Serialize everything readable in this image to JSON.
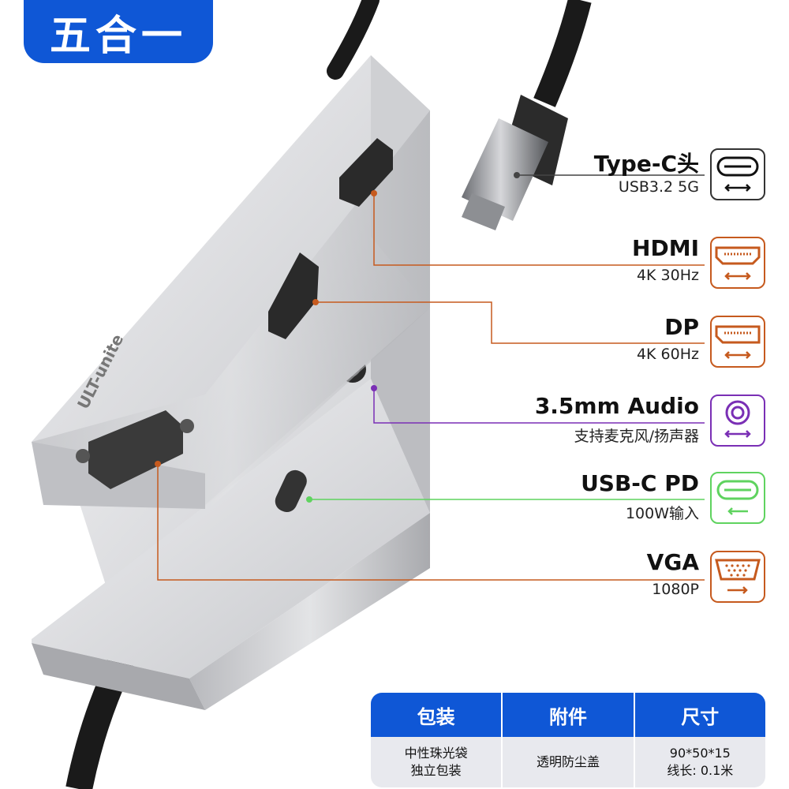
{
  "badge": "五合一",
  "brand": "ULT-unite",
  "features": [
    {
      "title": "Type-C头",
      "subtitle": "USB3.2 5G",
      "color": "#333333",
      "icon": "usb-c-connector-icon",
      "arrow": "both"
    },
    {
      "title": "HDMI",
      "subtitle": "4K 30Hz",
      "color": "#c65a1e",
      "icon": "hdmi-port-icon",
      "arrow": "both"
    },
    {
      "title": "DP",
      "subtitle": "4K 60Hz",
      "color": "#c65a1e",
      "icon": "displayport-icon",
      "arrow": "both"
    },
    {
      "title": "3.5mm Audio",
      "subtitle": "支持麦克风/扬声器",
      "color": "#7a2fb5",
      "icon": "audio-jack-icon",
      "arrow": "both"
    },
    {
      "title": "USB-C PD",
      "subtitle": "100W输入",
      "color": "#5fd35f",
      "icon": "usb-c-port-icon",
      "arrow": "in"
    },
    {
      "title": "VGA",
      "subtitle": "1080P",
      "color": "#c65a1e",
      "icon": "vga-port-icon",
      "arrow": "out"
    }
  ],
  "table": {
    "headers": [
      "包装",
      "附件",
      "尺寸"
    ],
    "cells": [
      [
        "中性珠光袋",
        "独立包装"
      ],
      [
        "透明防尘盖"
      ],
      [
        "90*50*15",
        "线长: 0.1米"
      ]
    ]
  },
  "colors": {
    "accent": "#0f57d6",
    "silver": "#c9cacd"
  }
}
